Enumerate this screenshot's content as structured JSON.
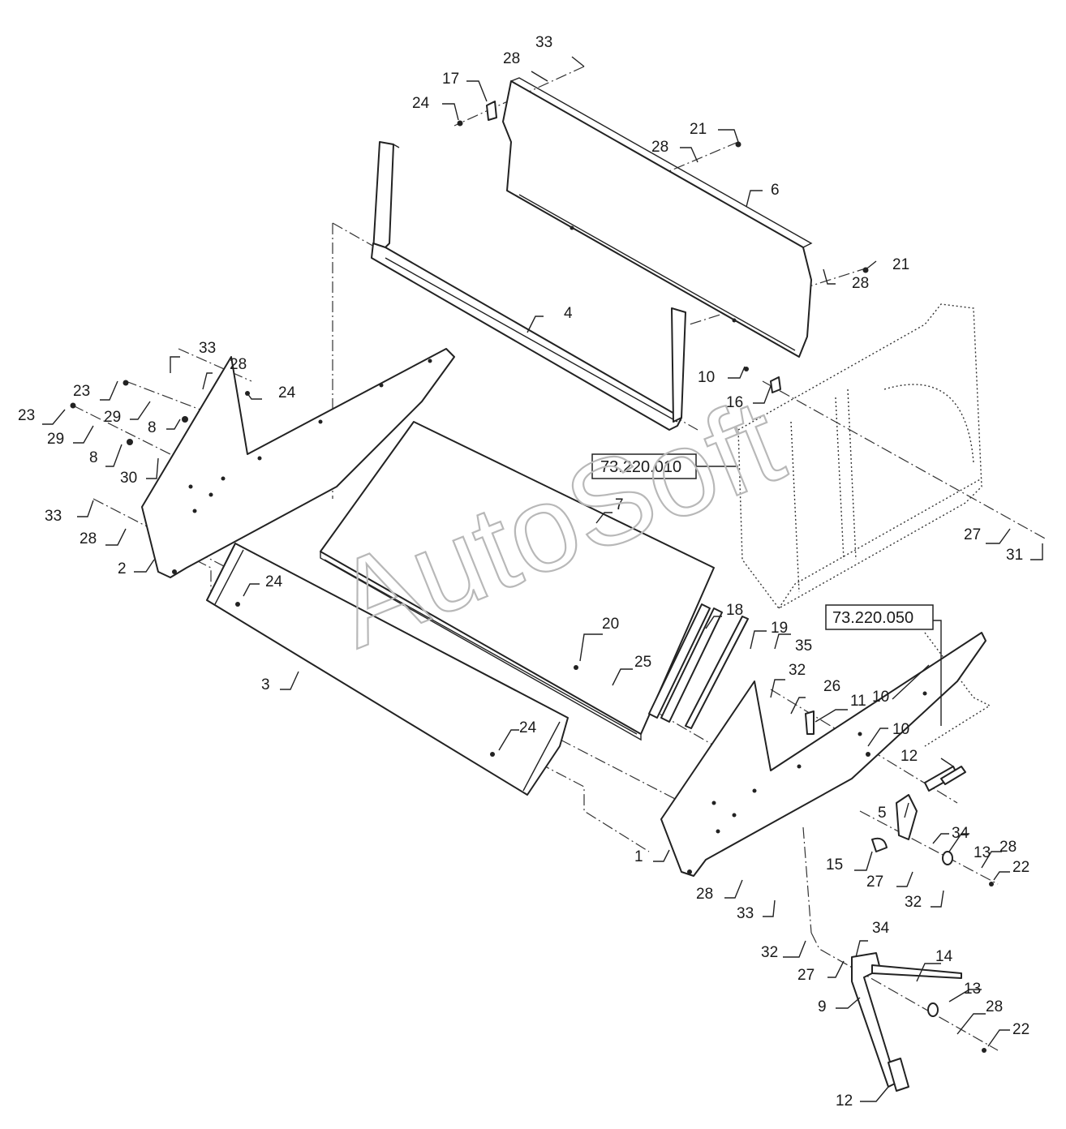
{
  "callouts": [
    {
      "id": "c33a",
      "text": "33"
    },
    {
      "id": "c28a",
      "text": "28"
    },
    {
      "id": "c17",
      "text": "17"
    },
    {
      "id": "c24a",
      "text": "24"
    },
    {
      "id": "c21a",
      "text": "21"
    },
    {
      "id": "c28b",
      "text": "28"
    },
    {
      "id": "c6",
      "text": "6"
    },
    {
      "id": "c21b",
      "text": "21"
    },
    {
      "id": "c28c",
      "text": "28"
    },
    {
      "id": "c4",
      "text": "4"
    },
    {
      "id": "c10a",
      "text": "10"
    },
    {
      "id": "c16",
      "text": "16"
    },
    {
      "id": "c33b",
      "text": "33"
    },
    {
      "id": "c28d",
      "text": "28"
    },
    {
      "id": "c24b",
      "text": "24"
    },
    {
      "id": "c23a",
      "text": "23"
    },
    {
      "id": "c23b",
      "text": "23"
    },
    {
      "id": "c29a",
      "text": "29"
    },
    {
      "id": "c29b",
      "text": "29"
    },
    {
      "id": "c8a",
      "text": "8"
    },
    {
      "id": "c8b",
      "text": "8"
    },
    {
      "id": "c30",
      "text": "30"
    },
    {
      "id": "c33c",
      "text": "33"
    },
    {
      "id": "c28e",
      "text": "28"
    },
    {
      "id": "c2",
      "text": "2"
    },
    {
      "id": "c7",
      "text": "7"
    },
    {
      "id": "c27a",
      "text": "27"
    },
    {
      "id": "c31",
      "text": "31"
    },
    {
      "id": "c24c",
      "text": "24"
    },
    {
      "id": "c18",
      "text": "18"
    },
    {
      "id": "c19",
      "text": "19"
    },
    {
      "id": "c35",
      "text": "35"
    },
    {
      "id": "c20",
      "text": "20"
    },
    {
      "id": "c25",
      "text": "25"
    },
    {
      "id": "c3",
      "text": "3"
    },
    {
      "id": "c32a",
      "text": "32"
    },
    {
      "id": "c26",
      "text": "26"
    },
    {
      "id": "c11",
      "text": "11"
    },
    {
      "id": "c10b",
      "text": "10"
    },
    {
      "id": "c10c",
      "text": "10"
    },
    {
      "id": "c24d",
      "text": "24"
    },
    {
      "id": "c12a",
      "text": "12"
    },
    {
      "id": "c5",
      "text": "5"
    },
    {
      "id": "c34a",
      "text": "34"
    },
    {
      "id": "c13a",
      "text": "13"
    },
    {
      "id": "c28f",
      "text": "28"
    },
    {
      "id": "c22a",
      "text": "22"
    },
    {
      "id": "c1",
      "text": "1"
    },
    {
      "id": "c15",
      "text": "15"
    },
    {
      "id": "c27b",
      "text": "27"
    },
    {
      "id": "c32b",
      "text": "32"
    },
    {
      "id": "c28g",
      "text": "28"
    },
    {
      "id": "c33d",
      "text": "33"
    },
    {
      "id": "c32c",
      "text": "32"
    },
    {
      "id": "c34b",
      "text": "34"
    },
    {
      "id": "c14",
      "text": "14"
    },
    {
      "id": "c27c",
      "text": "27"
    },
    {
      "id": "c9",
      "text": "9"
    },
    {
      "id": "c13b",
      "text": "13"
    },
    {
      "id": "c28h",
      "text": "28"
    },
    {
      "id": "c22b",
      "text": "22"
    },
    {
      "id": "c12b",
      "text": "12"
    }
  ],
  "references": [
    {
      "id": "ref1",
      "text": "73.220.010"
    },
    {
      "id": "ref2",
      "text": "73.220.050"
    }
  ],
  "watermark": "AutoSoft"
}
